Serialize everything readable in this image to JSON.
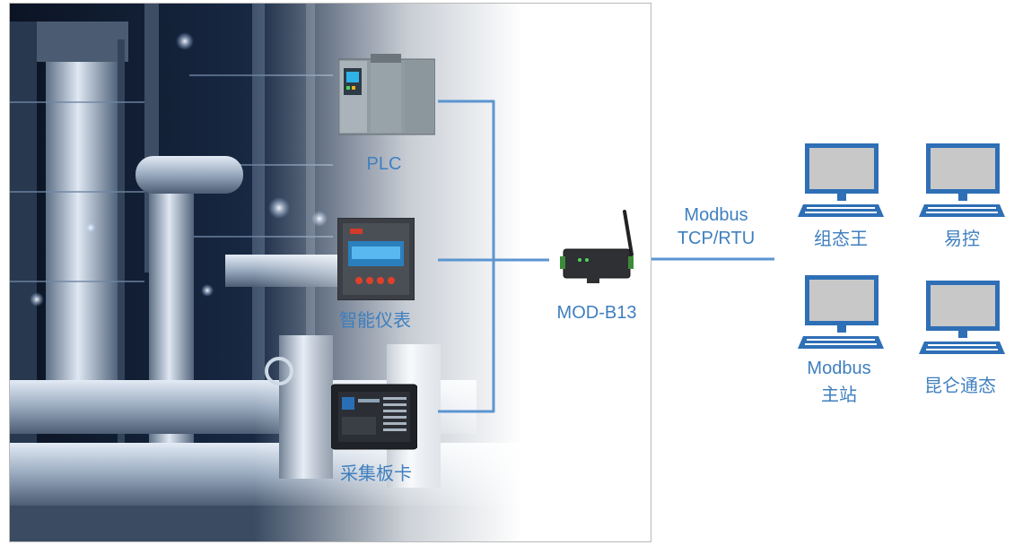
{
  "colors": {
    "wire": "#5b95d1",
    "label": "#3f7fbf",
    "monitor_body": "#2e6fb6",
    "screen": "#c8c8c8"
  },
  "devices": {
    "plc": {
      "label": "PLC",
      "icon": "plc-device-icon"
    },
    "meter": {
      "label": "智能仪表",
      "icon": "smart-meter-icon"
    },
    "acquisition": {
      "label": "采集板卡",
      "icon": "acquisition-board-icon"
    }
  },
  "gateway": {
    "label": "MOD-B13",
    "icon": "wireless-gateway-icon"
  },
  "protocol": {
    "line1": "Modbus",
    "line2": "TCP/RTU"
  },
  "clients": [
    {
      "label": "组态王",
      "icon": "computer-icon"
    },
    {
      "label": "易控",
      "icon": "computer-icon"
    },
    {
      "line1": "Modbus",
      "line2": "主站",
      "icon": "computer-icon"
    },
    {
      "label": "昆仑通态",
      "icon": "computer-icon"
    }
  ]
}
